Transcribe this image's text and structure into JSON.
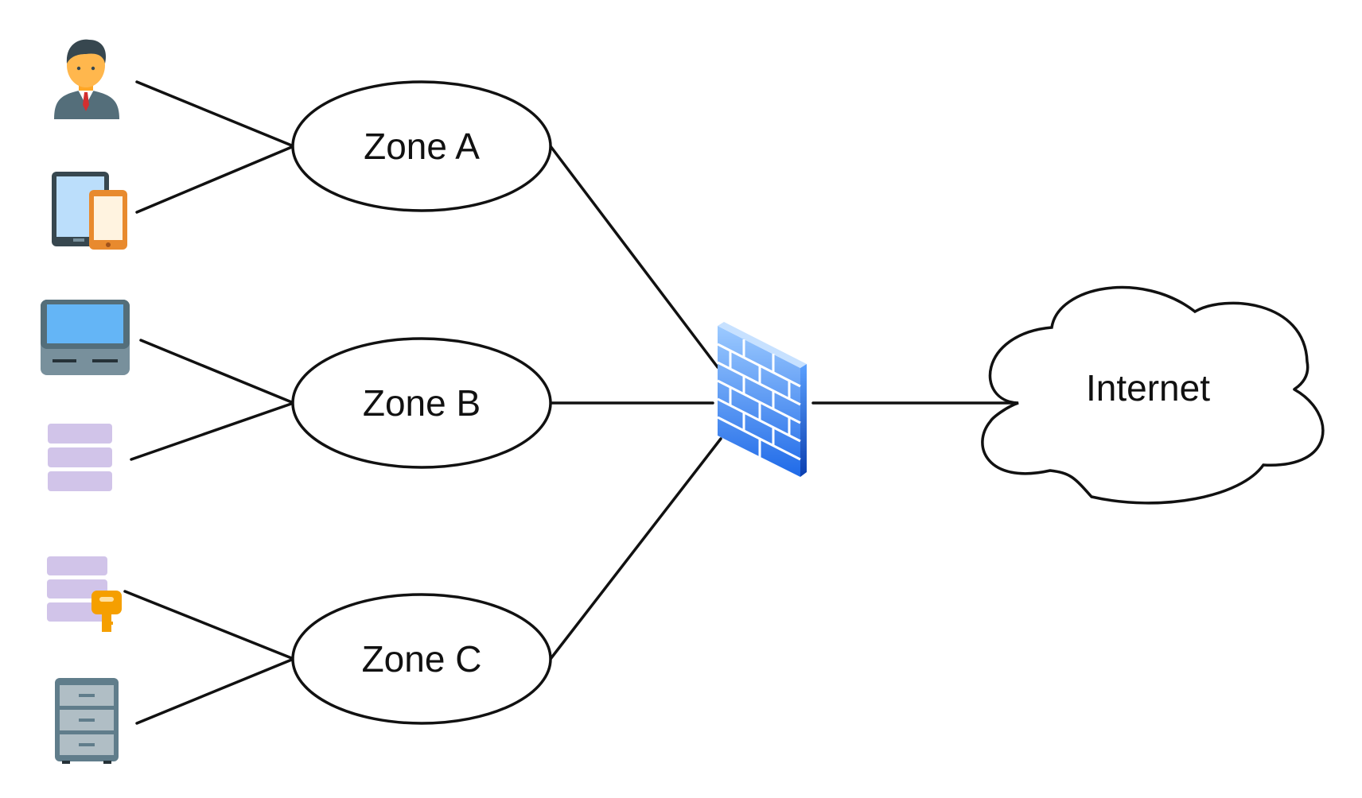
{
  "zones": [
    {
      "id": "a",
      "label": "Zone A"
    },
    {
      "id": "b",
      "label": "Zone B"
    },
    {
      "id": "c",
      "label": "Zone C"
    }
  ],
  "internet": {
    "label": "Internet"
  },
  "icons": [
    {
      "name": "user-icon",
      "zone": "a"
    },
    {
      "name": "tablet-phone-icon",
      "zone": "a"
    },
    {
      "name": "terminal-device-icon",
      "zone": "b"
    },
    {
      "name": "server-stack-icon",
      "zone": "b"
    },
    {
      "name": "key-server-icon",
      "zone": "c"
    },
    {
      "name": "file-cabinet-icon",
      "zone": "c"
    }
  ],
  "colors": {
    "line": "#111111",
    "zone_outline": "#111111",
    "firewall_brick_light": "#8ec1ff",
    "firewall_brick_dark": "#2a6fe6",
    "user_skin": "#ffb74d",
    "user_suit": "#546e7a",
    "tie": "#d32f2f",
    "tablet_screen": "#bbdefb",
    "tablet_frame": "#37474f",
    "phone_frame": "#e88a2e",
    "phone_screen": "#fff3e0",
    "terminal_screen": "#64b5f6",
    "terminal_body": "#78909c",
    "server_lavender": "#d1c4e9",
    "key_orange": "#f59f00",
    "cabinet_gray": "#607d8b",
    "cabinet_drawer": "#b0bec5"
  }
}
